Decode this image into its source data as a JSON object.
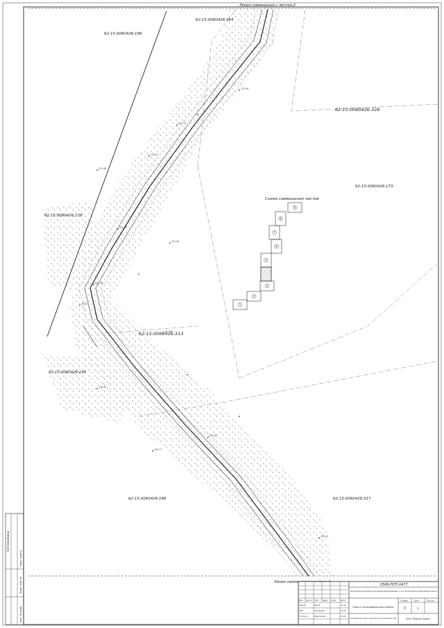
{
  "drawing": {
    "match_line_top": "Линия совмещения с листом-2",
    "match_line_bottom": "Линия совмещения с листом-4",
    "parcels": [
      "62:15:0060426:364",
      "62:15:0060426:196",
      "62:15:0060426:326",
      "62:15:0060426:173",
      "62:15:0060426:178",
      "62:15:0060426:313",
      "62:15:0060426:195",
      "62:15:0060426:186",
      "62:15:0060426:317"
    ],
    "scheme_title": "Схема совмещения листов",
    "scheme_sheets": [
      "1",
      "2",
      "3",
      "4",
      "5",
      "6",
      "7",
      "8",
      "9"
    ],
    "inv_label": "Согласовано",
    "inv_cols": [
      "Взам. инв. №",
      "Подп. и дата",
      "Инв. № подл."
    ]
  },
  "title_block": {
    "code": "0569-ПЛТ-0477",
    "object": "Реконструкция газопровода для газоснабжения ЖД дома Дежнёва д. 5 по ул. Лесная, Рязанского района Рязанской области",
    "col_heads": [
      "Изм.",
      "Кол.уч",
      "Лист",
      "№док",
      "Подп.",
      "Дата"
    ],
    "rows": [
      {
        "role": "Разраб.",
        "name": "Ионов",
        "date": "12.20"
      },
      {
        "role": "ГИП",
        "name": "Кузнецова",
        "date": "12.20"
      },
      {
        "role": "Н. Контр.",
        "name": "Ивановский",
        "date": "12.20"
      }
    ],
    "sheet_name": "План и топографическая съемка",
    "stage_heads": [
      "Стадия",
      "Лист",
      "Листов"
    ],
    "stage_values": [
      "П",
      "3",
      ""
    ],
    "plan_caption": "Топографическая съемка с нанесением трассы газопровода М 1:500",
    "org": "ООО \"Рязань Геодез\""
  }
}
